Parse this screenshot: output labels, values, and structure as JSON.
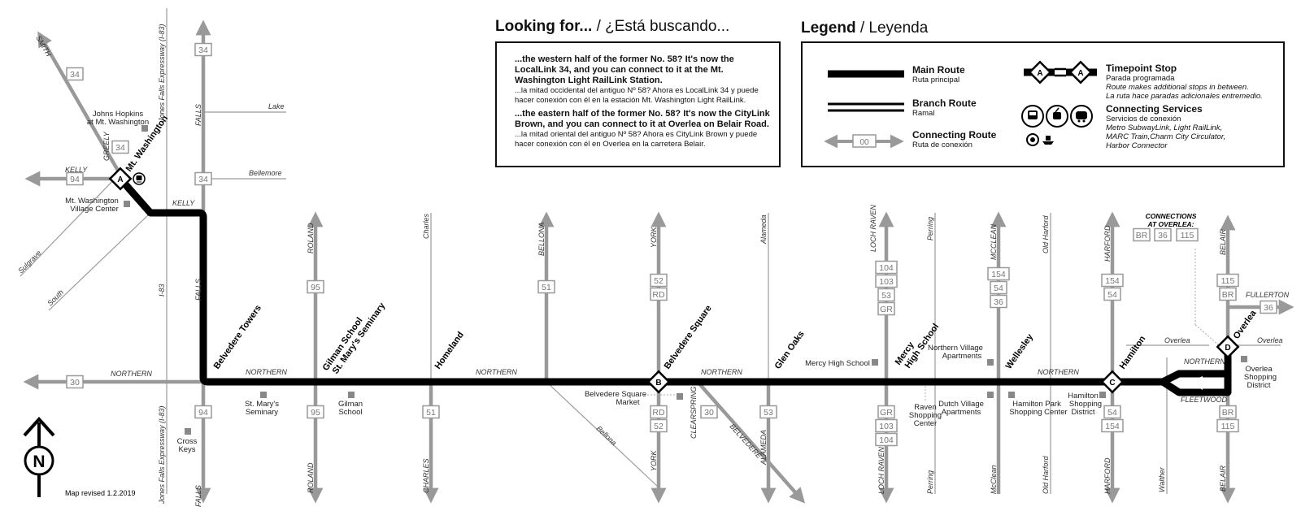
{
  "panels": {
    "looking_for": {
      "title": "Looking for...",
      "title_es": "/ ¿Está buscando...",
      "western_en": "...the western half of the former No. 58? It's now the LocalLink 34, and you can connect to it at the Mt. Washington Light RailLink Station.",
      "western_es": "...la mitad occidental del antiguo Nº 58? Ahora es LocalLink 34 y puede hacer conexión con él en la estación Mt. Washington Light RailLink.",
      "eastern_en": "...the eastern half of the former No. 58? It's now the CityLink Brown, and you can connect to it at Overlea on Belair Road.",
      "eastern_es": "...la mitad oriental del antiguo Nº 58? Ahora es CityLink Brown y puede hacer conexión con él en Overlea en la carretera Belair."
    },
    "legend": {
      "title": "Legend",
      "title_es": "/ Leyenda",
      "main_route": "Main Route",
      "main_route_es": "Ruta principal",
      "branch_route": "Branch Route",
      "branch_route_es": "Ramal",
      "connecting_route": "Connecting Route",
      "connecting_route_es": "Ruta de conexión",
      "connecting_badge": "00",
      "timepoint": "Timepoint Stop",
      "timepoint_es": "Parada programada",
      "timepoint_note1": "Route makes additional stops in between.",
      "timepoint_note2": "La ruta hace paradas adicionales entremedio.",
      "timepoint_letter": "A",
      "services": "Connecting Services",
      "services_es": "Servicios de conexión",
      "services_list1": "Metro SubwayLink, Light RailLink,",
      "services_list2": "MARC Train,Charm City Circulator,",
      "services_list3": "Harbor Connector"
    }
  },
  "map": {
    "revised": "Map revised 1.2.2019",
    "north": "N",
    "timepoints": [
      {
        "id": "A",
        "name": "Mt. Washington"
      },
      {
        "id": "B",
        "name": "Belvedere Square"
      },
      {
        "id": "C",
        "name": "Hamilton"
      },
      {
        "id": "D",
        "name": "Overlea"
      }
    ],
    "stop_labels": [
      "Belvedere Towers",
      "Gilman School",
      "St. Mary's Seminary",
      "Homeland",
      "Glen Oaks",
      "Mercy",
      "High School",
      "Wellesley"
    ],
    "streets": {
      "northern": "NORTHERN",
      "kelly": "KELLY",
      "falls": "FALLS",
      "greely": "GREELY",
      "smith": "SMITH",
      "jfx": "Jones Falls Expressway (I-83)",
      "i83": "I-83",
      "lake": "Lake",
      "bellemore": "Bellemore",
      "sulgrave": "Sulgrave",
      "south": "South",
      "roland": "ROLAND",
      "charles_t": "Charles",
      "charles_b": "CHARLES",
      "bellona_t": "BELLONA",
      "bellona_diag": "Bellona",
      "york": "YORK",
      "clearspring": "CLEARSPRING",
      "belvedere": "BELVEDERE",
      "alameda_t": "Alameda",
      "alameda_b": "ALAMEDA",
      "loch_raven": "LOCH RAVEN",
      "perring": "Perring",
      "mcclean_t": "MCCLEAN",
      "mcclean_b": "McClean",
      "old_harford": "Old Harford",
      "harford": "HARFORD",
      "walther": "Walther",
      "belair": "BELAIR",
      "fullerton": "FULLERTON",
      "overlea_st": "Overlea",
      "fleetwood": "FLEETWOOD"
    },
    "route_badges": {
      "smith_34": "34",
      "greely_34": "34",
      "kelly_94": "94",
      "falls_34a": "34",
      "falls_34b": "34",
      "northern_30": "30",
      "falls_94": "94",
      "roland_95a": "95",
      "roland_95b": "95",
      "charles_51": "51",
      "bellona_51": "51",
      "york_52a": "52",
      "york_rda": "RD",
      "york_rdb": "RD",
      "york_52b": "52",
      "belv_30": "30",
      "alameda_53": "53",
      "lr_104a": "104",
      "lr_103a": "103",
      "lr_53": "53",
      "lr_gra": "GR",
      "lr_grb": "GR",
      "lr_103b": "103",
      "lr_104b": "104",
      "mc_154": "154",
      "mc_54": "54",
      "mc_36": "36",
      "h_154a": "154",
      "h_54a": "54",
      "h_54b": "54",
      "h_154b": "154",
      "b_115a": "115",
      "b_bra": "BR",
      "b_brb": "BR",
      "b_115b": "115",
      "full_36": "36",
      "c_br": "BR",
      "c_36": "36",
      "c_115": "115"
    },
    "connections_title": "CONNECTIONS",
    "connections_title2": "AT OVERLEA:",
    "places": [
      "Johns Hopkins",
      "at Mt. Washington",
      "Mt. Washington",
      "Village Center",
      "St. Mary's",
      "Seminary",
      "Gilman",
      "School",
      "Cross",
      "Keys",
      "Belvedere Square",
      "Market",
      "Mercy High School",
      "Raven",
      "Shopping",
      "Center",
      "Northern Village",
      "Apartments",
      "Dutch Village",
      "Apartments",
      "Hamilton Park",
      "Shopping Center",
      "Hamilton",
      "Shopping",
      "District",
      "Overlea",
      "Shopping",
      "District"
    ]
  }
}
